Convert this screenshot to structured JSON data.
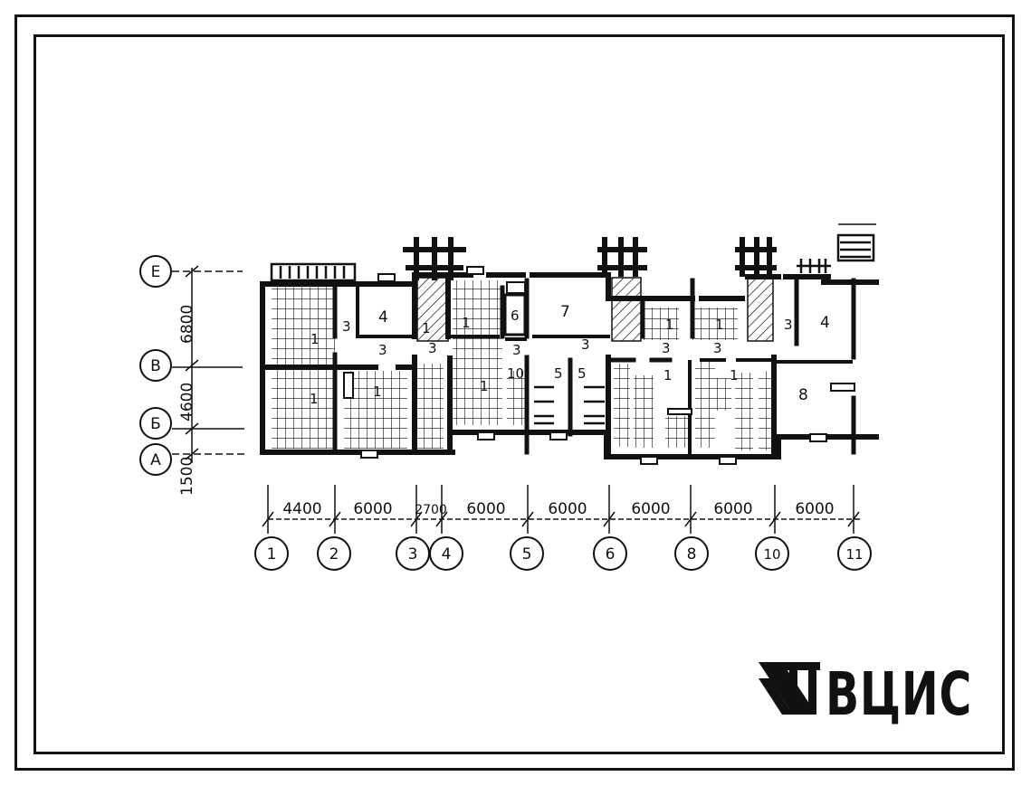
{
  "axes_rows": [
    "Е",
    "В",
    "Б",
    "А"
  ],
  "axes_columns": [
    "1",
    "2",
    "3",
    "4",
    "5",
    "6",
    "8",
    "10",
    "11"
  ],
  "row_dimensions": [
    "6800",
    "4600",
    "1500"
  ],
  "column_dimensions": [
    "4400",
    "6000",
    "2700",
    "6000",
    "6000",
    "6000",
    "6000",
    "6000"
  ],
  "rooms": {
    "r1": "3",
    "r2": "4",
    "r3": "1",
    "r4": "3",
    "r5": "1",
    "r6": "3",
    "r7": "1",
    "r8": "6",
    "r9": "7",
    "r10": "3",
    "r11": "10",
    "r12": "5",
    "r13": "3",
    "r14": "5",
    "r15": "1",
    "r16": "3",
    "r17": "1",
    "r18": "1",
    "r19": "3",
    "r20": "1",
    "r21": "1",
    "r22": "3",
    "r23": "4",
    "r24": "8",
    "r25": "1",
    "r26": "1"
  },
  "logo": {
    "text": "ВЦИС"
  },
  "colors": {
    "ink": "#111111",
    "paper": "#ffffff"
  }
}
